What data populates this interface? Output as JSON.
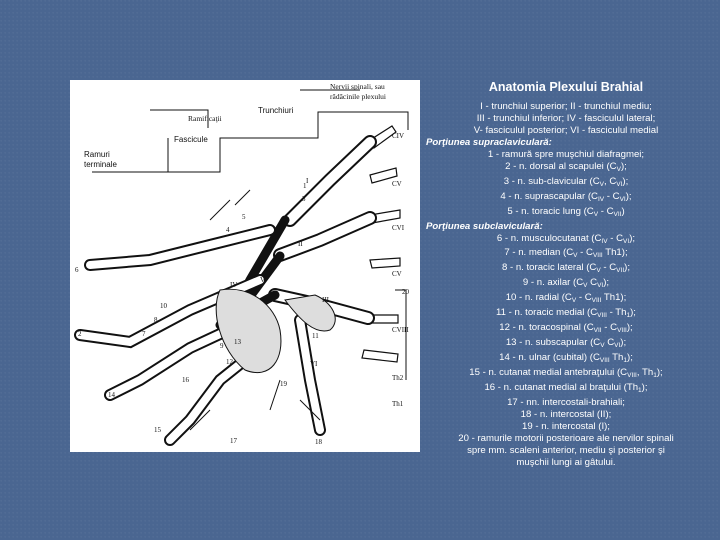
{
  "title": "Anatomia Plexului Brahial",
  "figure": {
    "label_ramificatii": "Ramificaţii",
    "label_trunchiuri": "Trunchiuri",
    "label_nervi_line1": "Nervii spinali, sau",
    "label_nervi_line2": "rădăcinile plexului",
    "label_fascicule": "Fascicule",
    "label_ramuri_line1": "Ramuri",
    "label_ramuri_line2": "terminale",
    "spinal_levels": [
      "CIV",
      "CV",
      "CVI",
      "CV",
      "CVIII",
      "Th1",
      "Th2"
    ],
    "numbers": [
      "1",
      "2",
      "3",
      "4",
      "5",
      "6",
      "7",
      "8",
      "9",
      "10",
      "11",
      "12",
      "13",
      "14",
      "15",
      "16",
      "17",
      "18",
      "19",
      "20"
    ],
    "roman": [
      "I",
      "II",
      "III",
      "IV",
      "V",
      "VI"
    ]
  },
  "legend": {
    "trunks_line1": "I - trunchiul superior; II - trunchiul mediu;",
    "trunks_line2": "III - trunchiul inferior; IV - fasciculul lateral;",
    "trunks_line3": "V- fasciculul posterior; VI - fasciculul medial",
    "supra_heading": "Porţiunea supraclaviculară:",
    "supra_items": [
      {
        "pre": "1 - ramură spre muşchiul diafragmei;",
        "sub1": "",
        "mid": "",
        "sub2": "",
        "post": ""
      },
      {
        "pre": "2 - n. dorsal al scapulei (C",
        "sub1": "V",
        "mid": ");",
        "sub2": "",
        "post": ""
      },
      {
        "pre": "3 - n. sub-clavicular (C",
        "sub1": "V",
        "mid": ", C",
        "sub2": "VI",
        "post": ");"
      },
      {
        "pre": "4 - n. suprascapular (C",
        "sub1": "IV",
        "mid": " - C",
        "sub2": "VI",
        "post": ");"
      },
      {
        "pre": "5 - n. toracic lung (C",
        "sub1": "V",
        "mid": " - C",
        "sub2": "VII",
        "post": ")"
      }
    ],
    "sub_heading": "Porţiunea subclaviculară:",
    "sub_items": [
      {
        "pre": "6 - n. musculocutanat (C",
        "sub1": "IV",
        "mid": " - C",
        "sub2": "VI",
        "post": ");"
      },
      {
        "pre": "7 - n. median (C",
        "sub1": "V",
        "mid": " - C",
        "sub2": "VIII",
        "post": " Th1);"
      },
      {
        "pre": "8 - n. toracic lateral (C",
        "sub1": "V",
        "mid": " - C",
        "sub2": "VII",
        "post": ");"
      },
      {
        "pre": "9 - n. axilar (C",
        "sub1": "V",
        "mid": " C",
        "sub2": "VI",
        "post": ");"
      },
      {
        "pre": "10 - n. radial (C",
        "sub1": "V",
        "mid": " - C",
        "sub2": "VIII",
        "post": " Th1);"
      },
      {
        "pre": "11 - n. toracic medial (C",
        "sub1": "VIII",
        "mid": " - Th",
        "sub2": "1",
        "post": ");"
      },
      {
        "pre": "12 - n. toracospinal (C",
        "sub1": "VII",
        "mid": " - C",
        "sub2": "VIII",
        "post": ");"
      },
      {
        "pre": "13 - n. subscapular (C",
        "sub1": "V",
        "mid": " C",
        "sub2": "VI",
        "post": ");"
      },
      {
        "pre": "14 - n. ulnar (cubital) (C",
        "sub1": "VIII",
        "mid": " Th",
        "sub2": "1",
        "post": ");"
      },
      {
        "pre": "15 - n. cutanat medial antebraţului (C",
        "sub1": "VIII",
        "mid": ", Th",
        "sub2": "1",
        "post": ");"
      },
      {
        "pre": "16 - n. cutanat medial al braţului (Th",
        "sub1": "1",
        "mid": ");",
        "sub2": "",
        "post": ""
      },
      {
        "pre": "17 - nn. intercostali-brahiali;",
        "sub1": "",
        "mid": "",
        "sub2": "",
        "post": ""
      },
      {
        "pre": "18 - n. intercostal (II);",
        "sub1": "",
        "mid": "",
        "sub2": "",
        "post": ""
      },
      {
        "pre": "19 - n. intercostal (I);",
        "sub1": "",
        "mid": "",
        "sub2": "",
        "post": ""
      }
    ],
    "closing_line1": "20 - ramurile motorii posterioare ale nervilor spinali",
    "closing_line2": "spre mm. scaleni anterior, mediu şi posterior şi",
    "closing_line3": "muşchii lungi ai gâtului."
  }
}
